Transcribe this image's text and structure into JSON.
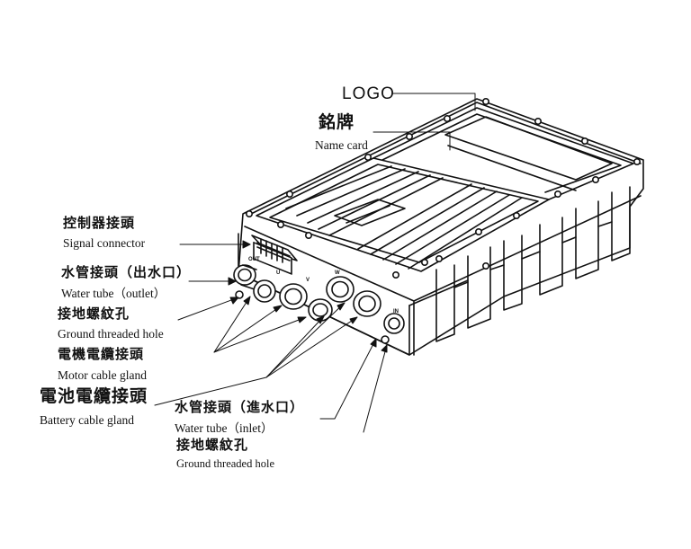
{
  "labels": {
    "logo": "LOGO",
    "name_card_zh": "銘牌",
    "name_card_en": "Name card",
    "signal_connector_zh": "控制器接頭",
    "signal_connector_en": "Signal connector",
    "water_outlet_zh": "水管接頭（出水口）",
    "water_outlet_en": "Water tube（outlet）",
    "ground_hole_1_zh": "接地螺紋孔",
    "ground_hole_1_en": "Ground threaded hole",
    "motor_gland_zh": "電機電纜接頭",
    "motor_gland_en": "Motor cable gland",
    "battery_gland_zh": "電池電纜接頭",
    "battery_gland_en": "Battery cable gland",
    "water_inlet_zh": "水管接頭（進水口）",
    "water_inlet_en": "Water tube（inlet）",
    "ground_hole_2_zh": "接地螺紋孔",
    "ground_hole_2_en": "Ground threaded hole"
  },
  "port_marks": {
    "out": "OUT",
    "in": "IN",
    "u": "U",
    "v": "V",
    "w": "W"
  },
  "colors": {
    "line": "#111111",
    "background": "#ffffff"
  }
}
